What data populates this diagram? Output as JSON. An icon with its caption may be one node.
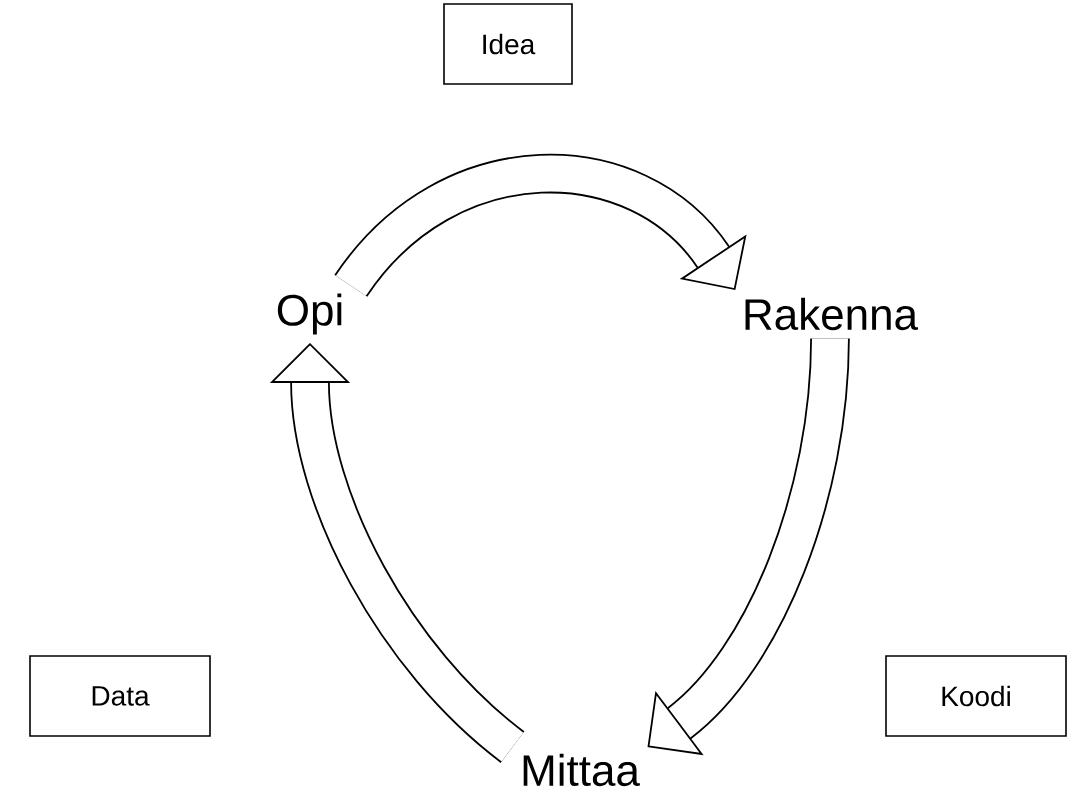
{
  "diagram": {
    "nodes": [
      {
        "text": [
          "Idea"
        ]
      },
      {
        "text": [
          "Opi"
        ]
      },
      {
        "text": [
          "Rakenna"
        ]
      },
      {
        "text": [
          "Data"
        ]
      },
      {
        "text": [
          "Koodi"
        ]
      },
      {
        "text": [
          "Mittaa"
        ]
      }
    ],
    "edges": [
      {
        "from": 1,
        "to": 2,
        "arrow": "to"
      },
      {
        "from": 2,
        "to": 5,
        "arrow": "to"
      },
      {
        "from": 5,
        "to": 1,
        "arrow": "to"
      }
    ]
  }
}
